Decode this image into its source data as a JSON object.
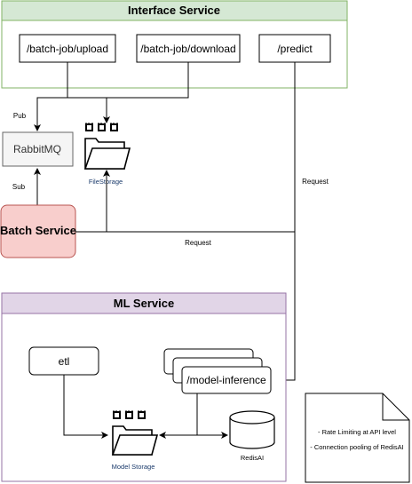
{
  "interface_service": {
    "title": "Interface Service",
    "endpoints": [
      "/batch-job/upload",
      "/batch-job/download",
      "/predict"
    ]
  },
  "rabbitmq": {
    "label": "RabbitMQ"
  },
  "file_storage": {
    "label": "FileStorage"
  },
  "batch_service": {
    "label": "Batch Service"
  },
  "ml_service": {
    "title": "ML Service",
    "etl": "etl",
    "model_inference": "/model-inference",
    "model_storage": "Model Storage",
    "redisai": "RedisAI"
  },
  "edges": {
    "pub": "Pub",
    "sub": "Sub",
    "request_predict": "Request",
    "request_batch": "Request"
  },
  "note": {
    "lines": [
      "- Rate Limiting at API level",
      "- Connection pooling of RedisAI"
    ]
  },
  "colors": {
    "interface_border": "#82b366",
    "interface_header": "#d5e8d4",
    "ml_border": "#9673a6",
    "ml_header": "#e1d5e7",
    "batch_fill": "#f8cecc",
    "batch_border": "#b85450",
    "rabbit_fill": "#f5f5f5",
    "rabbit_border": "#666666",
    "storage_label": "#1a3a6b"
  },
  "icons": [
    "folder-chip-icon",
    "database-cylinder-icon"
  ]
}
